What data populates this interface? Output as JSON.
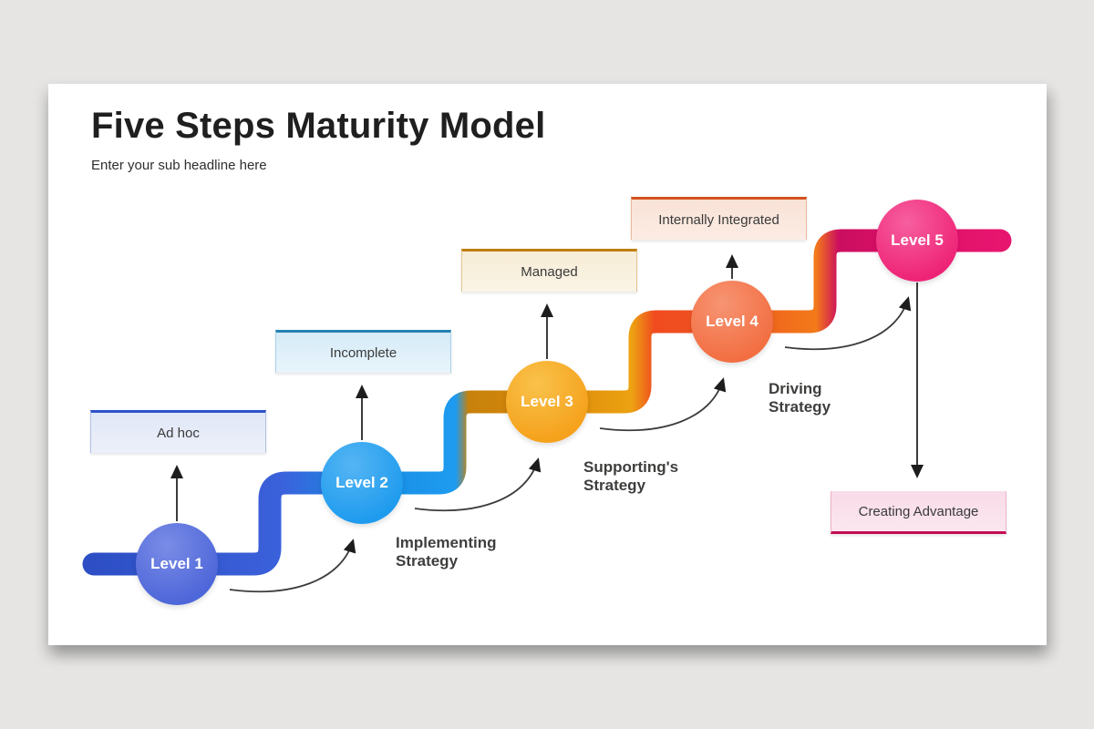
{
  "title": "Five Steps Maturity Model",
  "subtitle": "Enter your sub headline here",
  "steps": [
    {
      "label": "Level 1",
      "box": "Ad hoc",
      "circle_color": "#5b74dc",
      "connector_color": "#2e4fc5",
      "box_border": "#2e53c8",
      "box_fill": "#e7ebf8"
    },
    {
      "label": "Level 2",
      "box": "Incomplete",
      "circle_color": "#2fa3ef",
      "connector_color": "#1e9bf0",
      "box_border": "#2581b3",
      "box_fill": "#ddeefa"
    },
    {
      "label": "Level 3",
      "box": "Managed",
      "circle_color": "#f6a821",
      "connector_color": "#d8860b",
      "box_border": "#bf7f09",
      "box_fill": "#f9efdc"
    },
    {
      "label": "Level 4",
      "box": "Internally Integrated",
      "circle_color": "#f47b52",
      "connector_color": "#ee5621",
      "box_border": "#d4511e",
      "box_fill": "#fae5da"
    },
    {
      "label": "Level 5",
      "box": "Creating Advantage",
      "circle_color": "#f23183",
      "connector_color": "#cb0e60",
      "box_border": "#c40e56",
      "box_fill": "#f9dce8"
    }
  ],
  "transitions": [
    {
      "label": "Implementing\nStrategy"
    },
    {
      "label": "Supporting's\nStrategy"
    },
    {
      "label": "Driving\nStrategy"
    }
  ],
  "colors": {
    "page_background": "#e6e5e4",
    "card_background": "#ffffff",
    "arrow_line": "#3c3c3c",
    "arrow_head": "#1d1d1d",
    "title_text": "#1f1f1f",
    "label_text": "#3a3a3a"
  }
}
